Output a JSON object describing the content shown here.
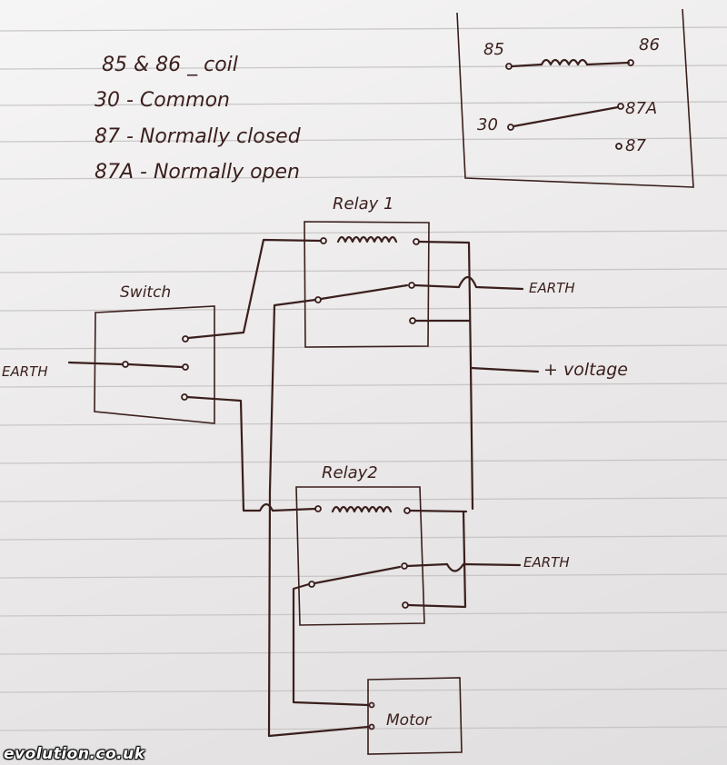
{
  "legend": {
    "line1": "85 & 86 _ coil",
    "line2": "30 - Common",
    "line3": "87 - Normally closed",
    "line4": "87A - Normally open"
  },
  "pinout": {
    "pin85": "85",
    "pin86": "86",
    "pin30": "30",
    "pin87a": "87A",
    "pin87": "87"
  },
  "diagram": {
    "relay1_label": "Relay 1",
    "relay2_label": "Relay2",
    "switch_label": "Switch",
    "earth_left": "EARTH",
    "earth_relay1": "EARTH",
    "earth_relay2": "EARTH",
    "voltage_label": "+ voltage",
    "motor_label": "Motor"
  },
  "watermark": "evolution.co.uk"
}
